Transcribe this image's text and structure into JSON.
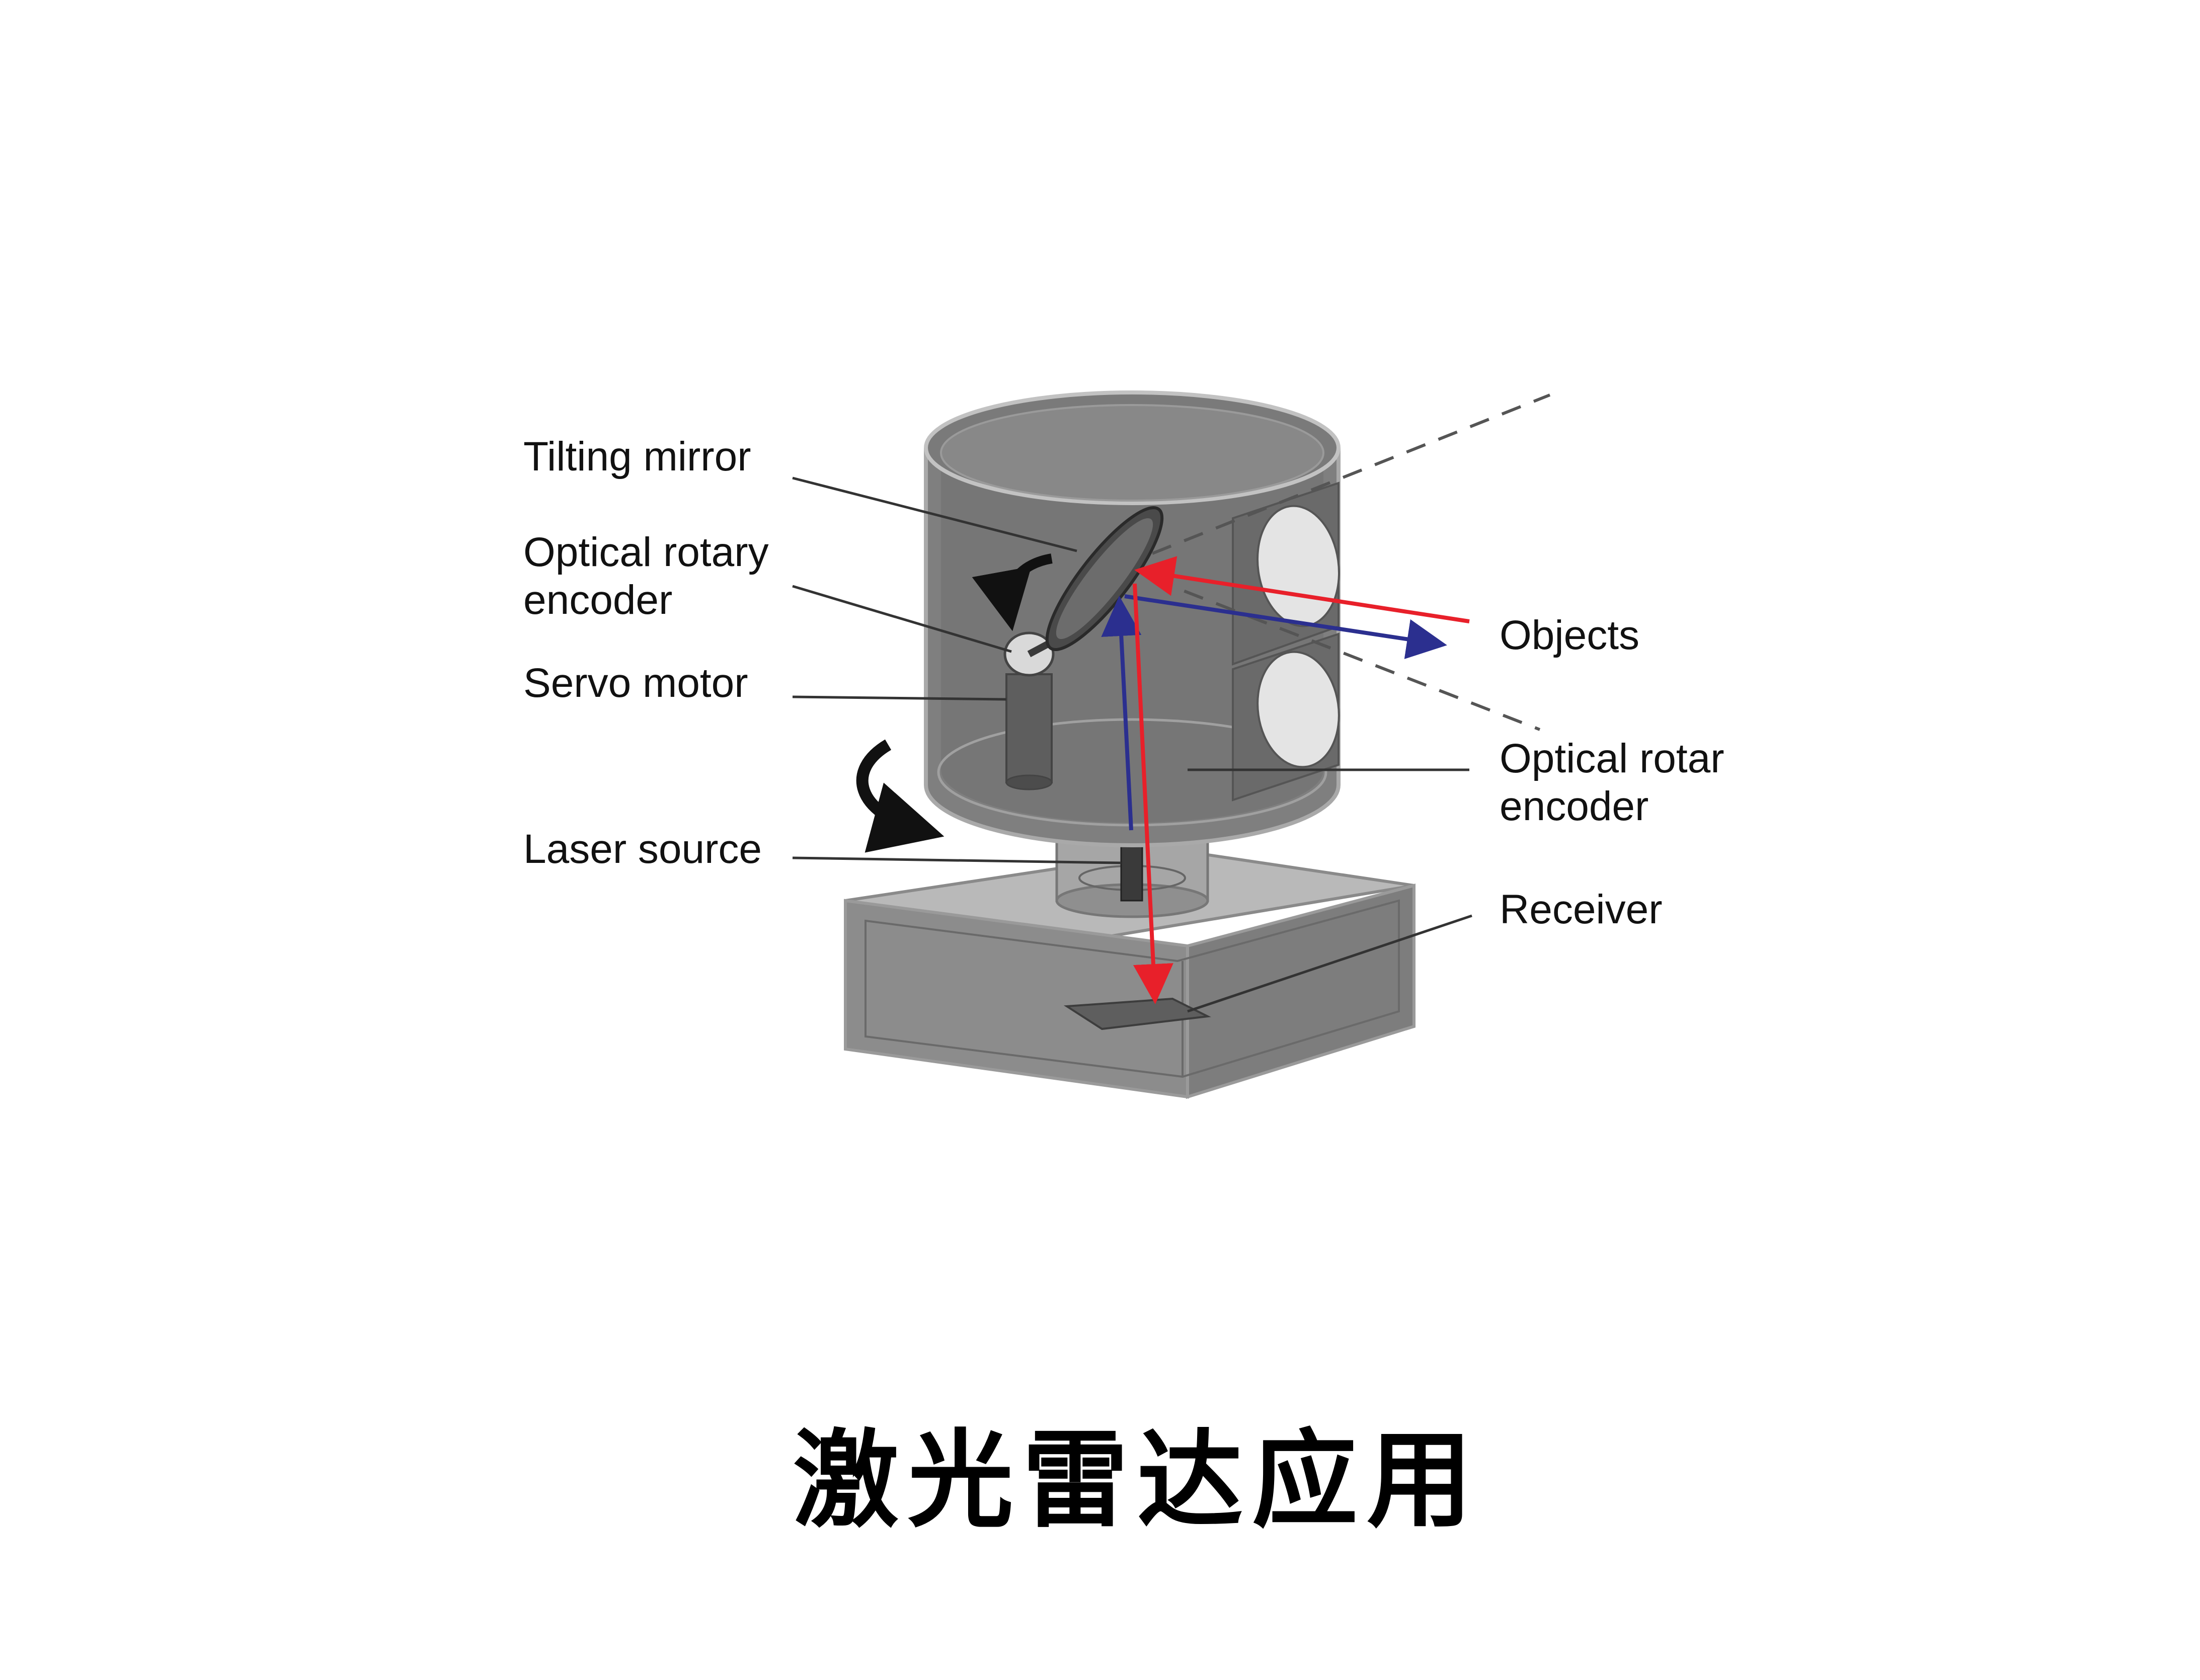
{
  "diagram": {
    "labels": {
      "tilting_mirror": "Tilting mirror",
      "optical_rotary_encoder_left_line1": "Optical rotary",
      "optical_rotary_encoder_left_line2": "encoder",
      "servo_motor": "Servo motor",
      "laser_source": "Laser source",
      "objects": "Objects",
      "optical_rotary_encoder_right_line1": "Optical rotar",
      "optical_rotary_encoder_right_line2": "encoder",
      "receiver": "Receiver"
    },
    "colors": {
      "outgoing_beam": "#e8202a",
      "return_beam": "#2b2f8f",
      "housing": "#8a8a8a",
      "housing_dark": "#6e6e6e",
      "housing_light": "#b5b5b5",
      "leader_line": "#333333"
    }
  },
  "caption": "激光雷达应用"
}
